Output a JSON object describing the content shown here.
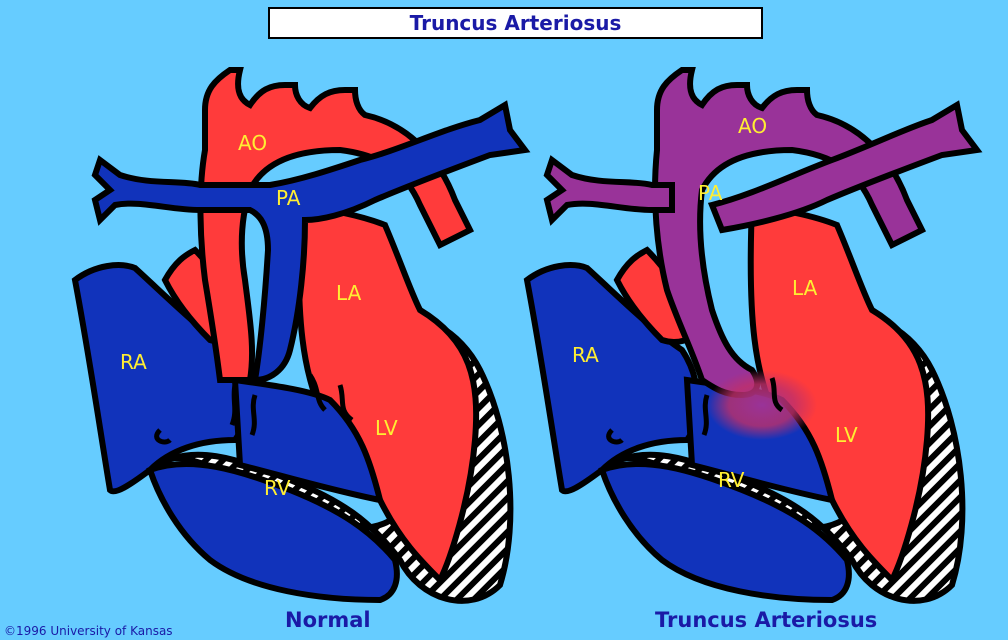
{
  "title": "Truncus Arteriosus",
  "colors": {
    "background": "#66ccff",
    "oxygenated": "#ff3b3b",
    "deoxygenated": "#1133bb",
    "mixed": "#993399",
    "outline": "#000000",
    "label": "#ffee33",
    "caption": "#1a1aa6"
  },
  "normal": {
    "caption": "Normal",
    "labels": {
      "ao": "AO",
      "pa": "PA",
      "la": "LA",
      "ra": "RA",
      "lv": "LV",
      "rv": "RV"
    }
  },
  "truncus": {
    "caption": "Truncus Arteriosus",
    "labels": {
      "ao": "AO",
      "pa": "PA",
      "la": "LA",
      "ra": "RA",
      "lv": "LV",
      "rv": "RV"
    }
  },
  "copyright": "©1996 University of Kansas"
}
